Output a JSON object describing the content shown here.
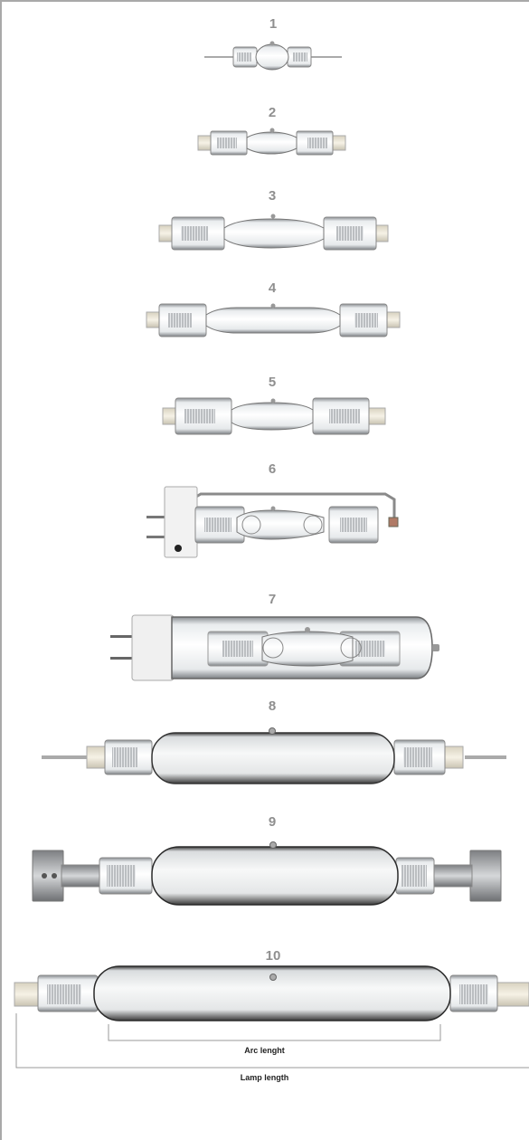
{
  "lamps": [
    {
      "number": "1"
    },
    {
      "number": "2"
    },
    {
      "number": "3"
    },
    {
      "number": "4"
    },
    {
      "number": "5"
    },
    {
      "number": "6"
    },
    {
      "number": "7"
    },
    {
      "number": "8"
    },
    {
      "number": "9"
    },
    {
      "number": "10"
    }
  ],
  "dimensions": {
    "arc_label": "Arc lenght",
    "lamp_label": "Lamp length"
  },
  "colors": {
    "frame": "#a9a9a9",
    "label": "#8f8f8f",
    "glass": "#f2f4f5",
    "metal": "#9a9da0",
    "ceramic": "#efeadc"
  }
}
